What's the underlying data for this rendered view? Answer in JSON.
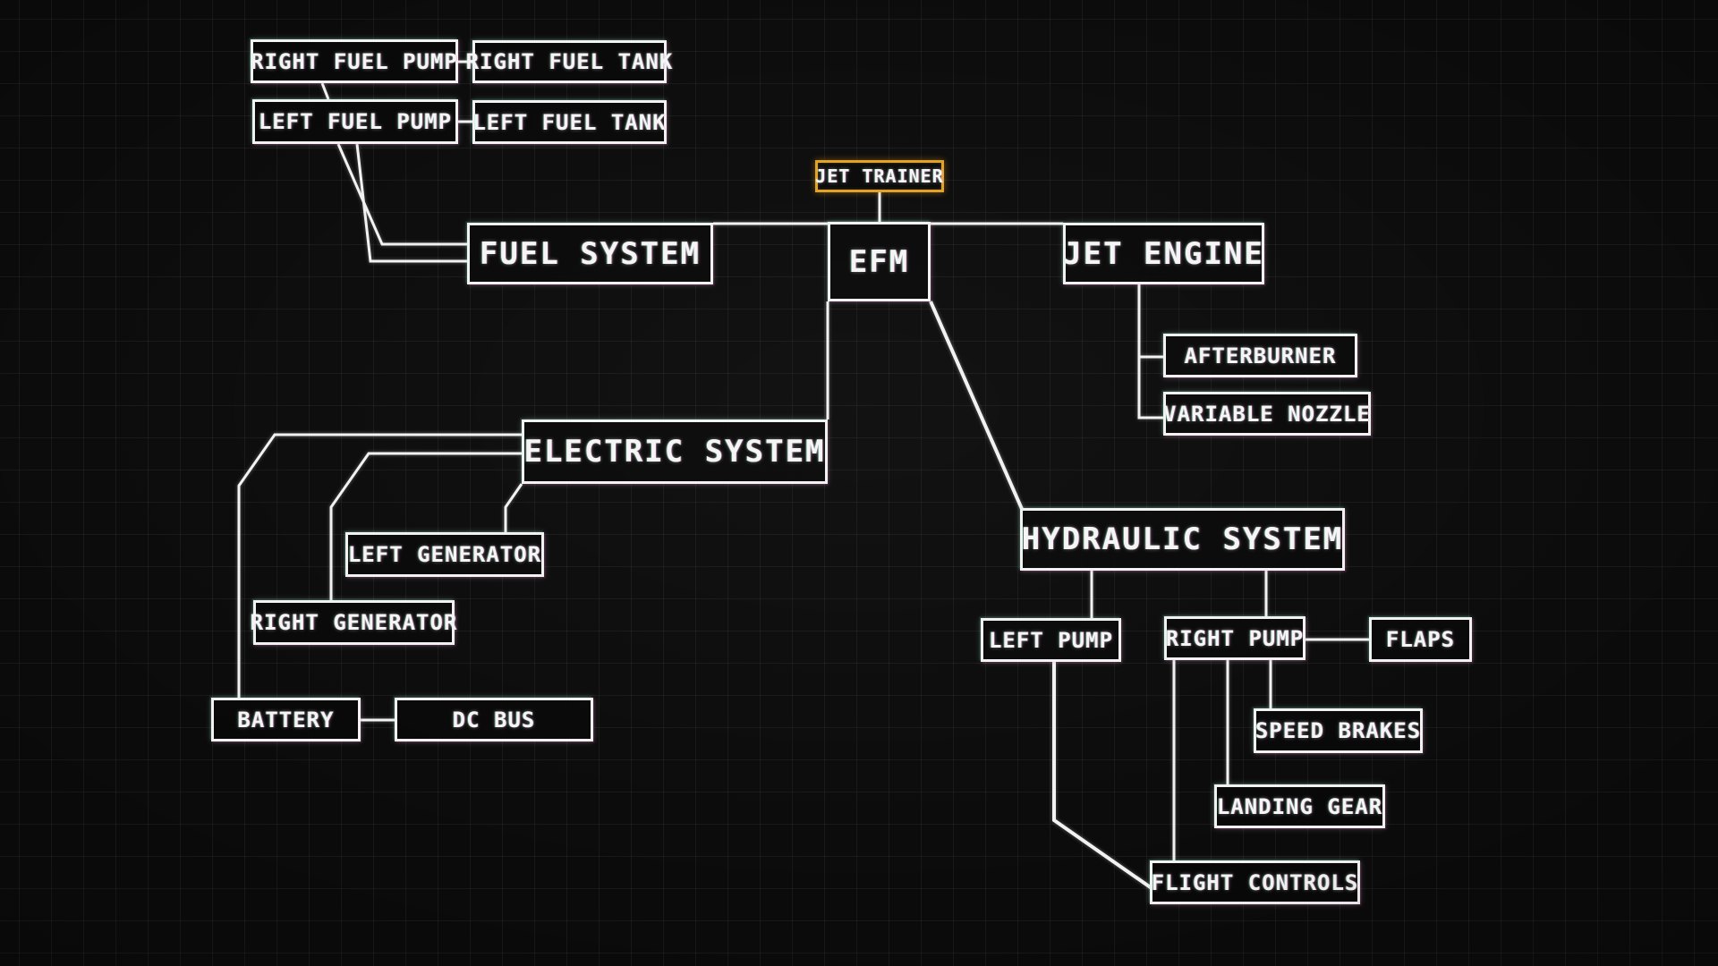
{
  "diagram": {
    "selected_node": "JET TRAINER",
    "accent_color": "#e2a021",
    "line_color": "#f2f2f2",
    "background_color": "#0b0b0b",
    "grid_color": "#1c1c1c",
    "nodes": {
      "right_fuel_pump": {
        "label": "RIGHT FUEL PUMP"
      },
      "right_fuel_tank": {
        "label": "RIGHT FUEL TANK"
      },
      "left_fuel_pump": {
        "label": "LEFT FUEL PUMP"
      },
      "left_fuel_tank": {
        "label": "LEFT FUEL TANK"
      },
      "jet_trainer": {
        "label": "JET TRAINER"
      },
      "fuel_system": {
        "label": "FUEL SYSTEM"
      },
      "efm": {
        "label": "EFM"
      },
      "jet_engine": {
        "label": "JET ENGINE"
      },
      "afterburner": {
        "label": "AFTERBURNER"
      },
      "variable_nozzle": {
        "label": "VARIABLE NOZZLE"
      },
      "electric_system": {
        "label": "ELECTRIC SYSTEM"
      },
      "left_generator": {
        "label": "LEFT GENERATOR"
      },
      "right_generator": {
        "label": "RIGHT GENERATOR"
      },
      "battery": {
        "label": "BATTERY"
      },
      "dc_bus": {
        "label": "DC BUS"
      },
      "hydraulic_system": {
        "label": "HYDRAULIC SYSTEM"
      },
      "left_pump": {
        "label": "LEFT PUMP"
      },
      "right_pump": {
        "label": "RIGHT PUMP"
      },
      "flaps": {
        "label": "FLAPS"
      },
      "speed_brakes": {
        "label": "SPEED BRAKES"
      },
      "landing_gear": {
        "label": "LANDING GEAR"
      },
      "flight_controls": {
        "label": "FLIGHT CONTROLS"
      }
    },
    "edges": [
      {
        "from": "jet_trainer",
        "to": "efm"
      },
      {
        "from": "fuel_system",
        "to": "efm"
      },
      {
        "from": "efm",
        "to": "jet_engine"
      },
      {
        "from": "right_fuel_pump",
        "to": "right_fuel_tank"
      },
      {
        "from": "left_fuel_pump",
        "to": "left_fuel_tank"
      },
      {
        "from": "right_fuel_pump",
        "to": "left_fuel_pump"
      },
      {
        "from": "left_fuel_pump",
        "to": "fuel_system"
      },
      {
        "from": "right_fuel_pump",
        "to": "fuel_system"
      },
      {
        "from": "jet_engine",
        "to": "afterburner"
      },
      {
        "from": "jet_engine",
        "to": "variable_nozzle"
      },
      {
        "from": "efm",
        "to": "electric_system"
      },
      {
        "from": "efm",
        "to": "hydraulic_system"
      },
      {
        "from": "electric_system",
        "to": "battery"
      },
      {
        "from": "electric_system",
        "to": "right_generator"
      },
      {
        "from": "electric_system",
        "to": "left_generator"
      },
      {
        "from": "battery",
        "to": "dc_bus"
      },
      {
        "from": "hydraulic_system",
        "to": "left_pump"
      },
      {
        "from": "hydraulic_system",
        "to": "right_pump"
      },
      {
        "from": "right_pump",
        "to": "flaps"
      },
      {
        "from": "right_pump",
        "to": "speed_brakes"
      },
      {
        "from": "right_pump",
        "to": "landing_gear"
      },
      {
        "from": "right_pump",
        "to": "flight_controls"
      },
      {
        "from": "left_pump",
        "to": "flight_controls"
      }
    ]
  }
}
